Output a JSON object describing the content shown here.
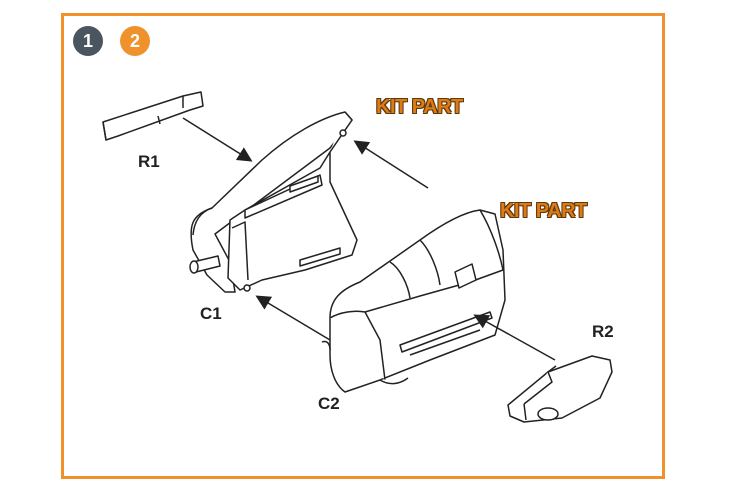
{
  "steps": {
    "primary": "1",
    "secondary": "2"
  },
  "labels": {
    "kit_part_1": "KIT PART",
    "kit_part_2": "KIT PART",
    "r1": "R1",
    "r2": "R2",
    "c1": "C1",
    "c2": "C2"
  },
  "colors": {
    "accent": "#f0922b",
    "badge_dark": "#4a5560",
    "kit_text": "#e07a13"
  }
}
